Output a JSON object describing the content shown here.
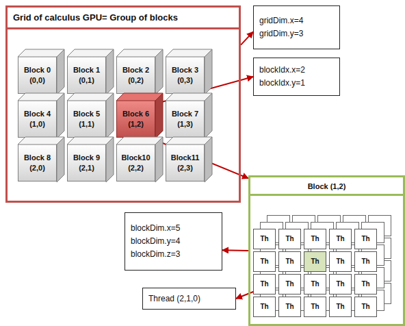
{
  "diagram": {
    "nodes": [
      {
        "text": [
          "Grid of calculus GPU= Group of blocks"
        ]
      },
      {
        "text": [
          "Block 0",
          "(0,0)"
        ],
        "in": 0
      },
      {
        "text": [
          "Block 1",
          "(0,1)"
        ],
        "in": 0
      },
      {
        "text": [
          "Block 2",
          "(0,2)"
        ],
        "in": 0
      },
      {
        "text": [
          "Block 3",
          "(0,3)"
        ],
        "in": 0
      },
      {
        "text": [
          "Block 4",
          "(1,0)"
        ],
        "in": 0
      },
      {
        "text": [
          "Block 5",
          "(1,1)"
        ],
        "in": 0
      },
      {
        "text": [
          "Block 6",
          "(1,2)"
        ],
        "in": 0
      },
      {
        "text": [
          "Block 7",
          "(1,3)"
        ],
        "in": 0
      },
      {
        "text": [
          "Block 8",
          "(2,0)"
        ],
        "in": 0
      },
      {
        "text": [
          "Block 9",
          "(2,1)"
        ],
        "in": 0
      },
      {
        "text": [
          "Block10",
          "(2,2)"
        ],
        "in": 0
      },
      {
        "text": [
          "Block11",
          "(2,3)"
        ],
        "in": 0
      },
      {
        "text": [
          "gridDim.x=4",
          "gridDim.y=3"
        ]
      },
      {
        "text": [
          "blockIdx.x=2",
          "blockIdx.y=1"
        ]
      },
      {
        "text": [
          "Block (1,2)"
        ]
      },
      {
        "text": [
          "Th"
        ],
        "in": 15
      },
      {
        "text": [
          "Th"
        ],
        "in": 15
      },
      {
        "text": [
          "Th"
        ],
        "in": 15
      },
      {
        "text": [
          "Th"
        ],
        "in": 15
      },
      {
        "text": [
          "Th"
        ],
        "in": 15
      },
      {
        "text": [
          "Th"
        ],
        "in": 15
      },
      {
        "text": [
          "Th"
        ],
        "in": 15
      },
      {
        "text": [
          "Th"
        ],
        "in": 15
      },
      {
        "text": [
          "Th"
        ],
        "in": 15
      },
      {
        "text": [
          "Th"
        ],
        "in": 15
      },
      {
        "text": [
          "Th"
        ],
        "in": 15
      },
      {
        "text": [
          "Th"
        ],
        "in": 15
      },
      {
        "text": [
          "Th"
        ],
        "in": 15
      },
      {
        "text": [
          "Th"
        ],
        "in": 15
      },
      {
        "text": [
          "Th"
        ],
        "in": 15
      },
      {
        "text": [
          "Th"
        ],
        "in": 15
      },
      {
        "text": [
          "Th"
        ],
        "in": 15
      },
      {
        "text": [
          "Th"
        ],
        "in": 15
      },
      {
        "text": [
          "Th"
        ],
        "in": 15
      },
      {
        "text": [
          "Th"
        ],
        "in": 15
      },
      {
        "text": [
          "blockDim.x=5",
          "blockDim.y=4",
          "blockDim.z=3"
        ]
      },
      {
        "text": [
          "Thread (2,1,0)"
        ]
      }
    ],
    "edges": [
      {
        "from": 0,
        "to": 13,
        "arrow": "to"
      },
      {
        "from": 7,
        "to": 14,
        "arrow": "to"
      },
      {
        "from": 7,
        "to": 15,
        "arrow": "to"
      },
      {
        "from": 15,
        "to": 36,
        "arrow": "to"
      },
      {
        "from": 23,
        "to": 37,
        "arrow": "to"
      }
    ]
  }
}
